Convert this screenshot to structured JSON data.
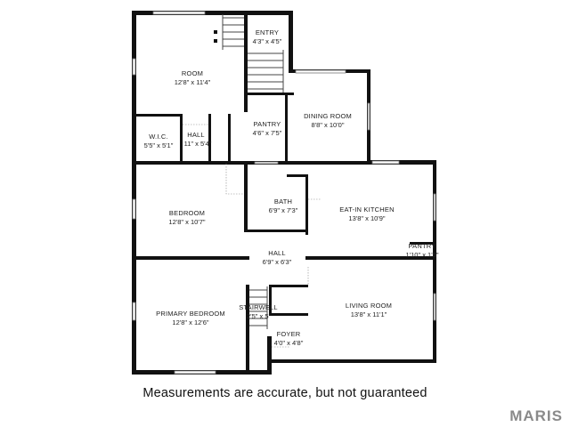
{
  "rooms": {
    "entry": {
      "name": "ENTRY",
      "dims": "4'3\" x 4'5\""
    },
    "room": {
      "name": "ROOM",
      "dims": "12'8\" x 11'4\""
    },
    "wic": {
      "name": "W.I.C.",
      "dims": "5'5\" x 5'1\""
    },
    "hall_upper": {
      "name": "HALL",
      "dims": "11\" x 5'4\""
    },
    "pantry": {
      "name": "PANTRY",
      "dims": "4'6\" x 7'5\""
    },
    "dining": {
      "name": "DINING ROOM",
      "dims": "8'8\" x 10'0\""
    },
    "bedroom": {
      "name": "BEDROOM",
      "dims": "12'8\" x 10'7\""
    },
    "bath": {
      "name": "BATH",
      "dims": "6'9\" x 7'3\""
    },
    "kitchen": {
      "name": "EAT-IN KITCHEN",
      "dims": "13'8\" x 10'9\""
    },
    "pantry_small": {
      "name": "PANTRY",
      "dims": "1'10\" x 1'5\""
    },
    "hall": {
      "name": "HALL",
      "dims": "6'9\" x 6'3\""
    },
    "primary": {
      "name": "PRIMARY BEDROOM",
      "dims": "12'8\" x 12'6\""
    },
    "stairwell": {
      "name": "STAIRWELL",
      "dims": "2'5\" x 5'"
    },
    "living": {
      "name": "LIVING ROOM",
      "dims": "13'8\" x 11'1\""
    },
    "foyer": {
      "name": "FOYER",
      "dims": "4'0\" x 4'8\""
    }
  },
  "disclaimer": "Measurements are accurate, but not guaranteed",
  "brand": "MARIS"
}
